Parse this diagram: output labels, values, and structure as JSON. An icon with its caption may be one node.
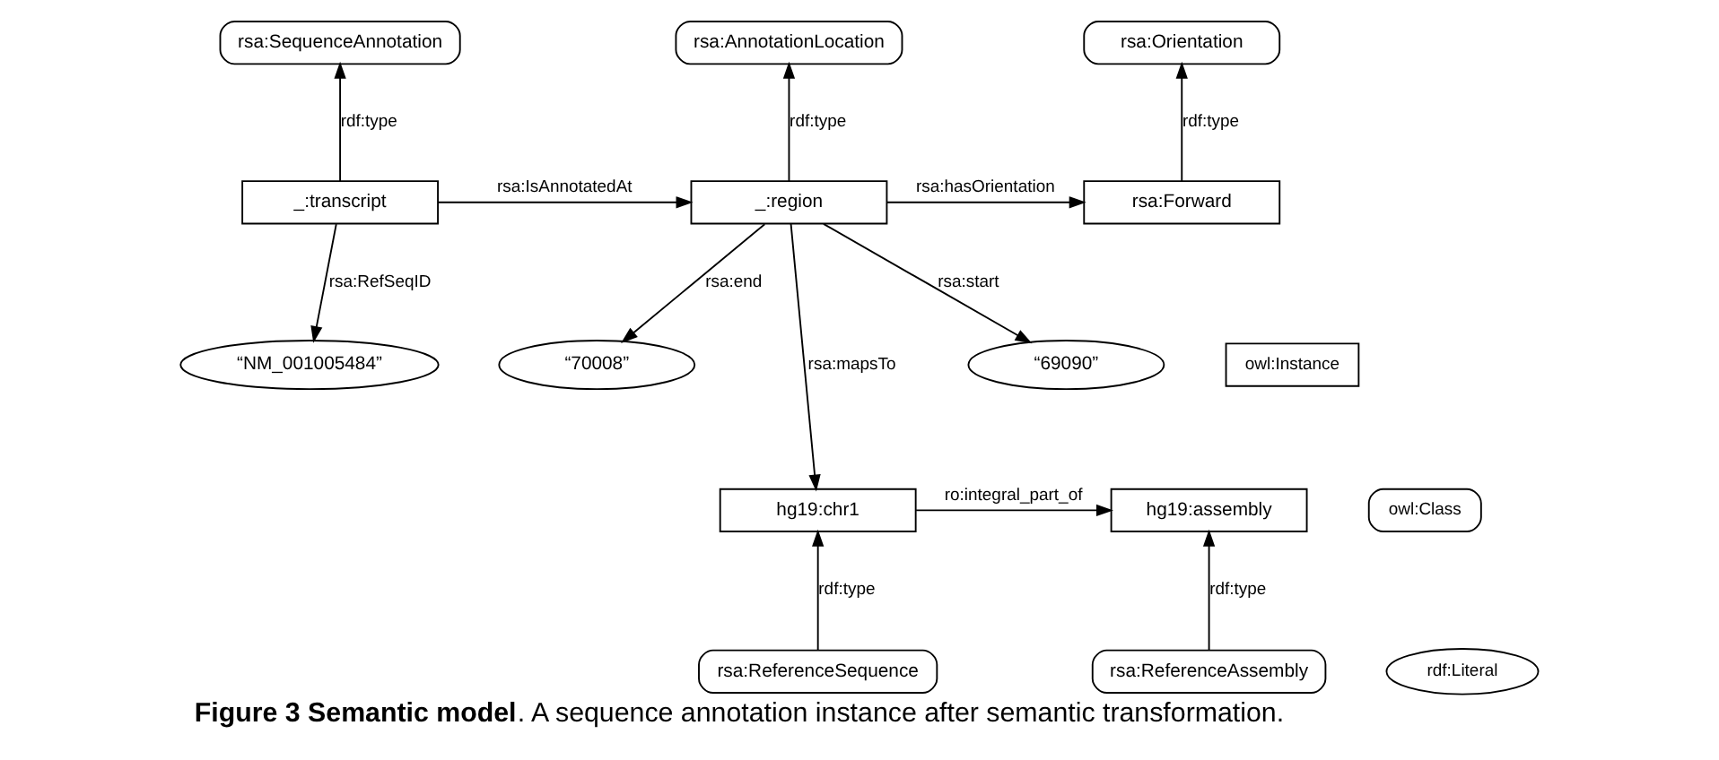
{
  "diagram": {
    "caption": "**Figure 3 Semantic model**. A sequence annotation instance after semantic transformation.",
    "nodes": [
      {
        "text": [
          "rsa:SequenceAnnotation"
        ]
      },
      {
        "text": [
          "rsa:AnnotationLocation"
        ]
      },
      {
        "text": [
          "rsa:Orientation"
        ]
      },
      {
        "text": [
          "_:transcript"
        ]
      },
      {
        "text": [
          "_:region"
        ]
      },
      {
        "text": [
          "rsa:Forward"
        ]
      },
      {
        "text": [
          "“NM_001005484”"
        ]
      },
      {
        "text": [
          "“69090”"
        ]
      },
      {
        "text": [
          "“70008”"
        ]
      },
      {
        "text": [
          "hg19:assembly"
        ]
      },
      {
        "text": [
          "hg19:chr1"
        ]
      },
      {
        "text": [
          "rsa:ReferenceAssembly"
        ]
      },
      {
        "text": [
          "rsa:ReferenceSequence"
        ]
      }
    ],
    "edges": [
      {
        "from": 3,
        "to": 0,
        "arrow": "to",
        "label": "rdf:type"
      },
      {
        "from": 3,
        "to": 4,
        "arrow": "to",
        "label": "rsa:IsAnnotatedAt"
      },
      {
        "from": 3,
        "to": 6,
        "arrow": "to",
        "label": "rsa:RefSeqID"
      },
      {
        "from": 4,
        "to": 1,
        "arrow": "to",
        "label": "rdf:type"
      },
      {
        "from": 4,
        "to": 5,
        "arrow": "to",
        "label": "rsa:hasOrientation"
      },
      {
        "from": 4,
        "to": 7,
        "arrow": "to",
        "label": "rsa:start"
      },
      {
        "from": 4,
        "to": 8,
        "arrow": "to",
        "label": "rsa:end"
      },
      {
        "from": 4,
        "to": 10,
        "arrow": "to",
        "label": "rsa:mapsTo"
      },
      {
        "from": 5,
        "to": 2,
        "arrow": "to",
        "label": "rdf:type"
      },
      {
        "from": 10,
        "to": 9,
        "arrow": "to",
        "label": "ro:integral_part_of"
      },
      {
        "from": 11,
        "to": 9,
        "arrow": "to",
        "label": "rdf:type"
      },
      {
        "from": 12,
        "to": 10,
        "arrow": "to",
        "label": "rdf:type"
      }
    ],
    "legend": [
      {
        "text": "owl:Instance"
      },
      {
        "text": "owl:Class"
      },
      {
        "text": "rdf:Literal"
      }
    ]
  }
}
